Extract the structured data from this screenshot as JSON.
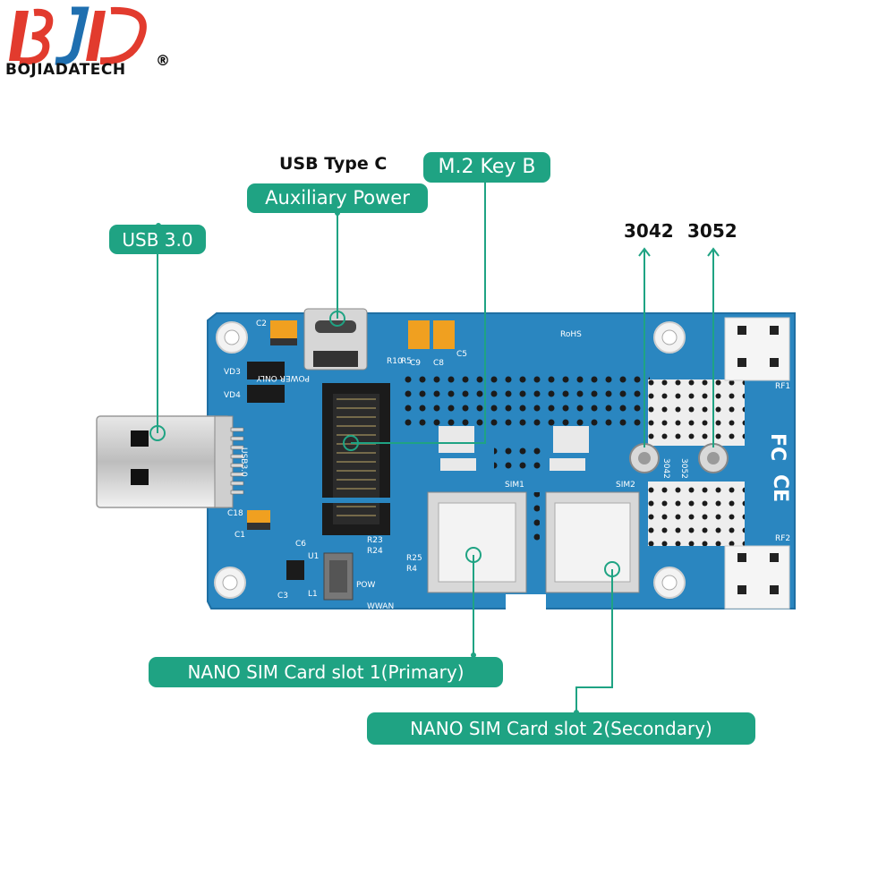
{
  "brand": {
    "name": "BOJIADATECH",
    "registered": "®",
    "logo_icon": "bjd-logo-icon"
  },
  "labels": {
    "usb_type_c": "USB Type C",
    "aux_power": "Auxiliary Power",
    "m2_key_b": "M.2 Key B",
    "usb30": "USB 3.0",
    "m3042": "3042",
    "m3052": "3052",
    "sim1": "NANO SIM Card slot 1(Primary)",
    "sim2": "NANO SIM Card slot 2(Secondary)"
  },
  "silkscreen": {
    "c2": "C2",
    "vd3": "VD3",
    "vd4": "VD4",
    "usb": "USB3.0",
    "c18": "C18",
    "c1": "C1",
    "r10": "R10",
    "r5": "R5",
    "c9": "C9",
    "c8": "C8",
    "c5": "C5",
    "rohs": "RoHS",
    "rf1": "RF1",
    "rf2": "RF2",
    "sim1": "SIM1",
    "sim2": "SIM2",
    "num3042": "3042",
    "num3052": "3052",
    "power_only": "POWER ONLY",
    "c6": "C6",
    "u1": "U1",
    "l1": "L1",
    "c3": "C3",
    "wwan": "WWAN",
    "pow": "POW",
    "r23": "R23",
    "r24": "R24",
    "r25": "R25",
    "r4": "R4"
  },
  "colors": {
    "accent": "#1fa383",
    "board": "#2a86c0",
    "board_dark": "#1f6fa3",
    "logo_red": "#e23b2e"
  }
}
